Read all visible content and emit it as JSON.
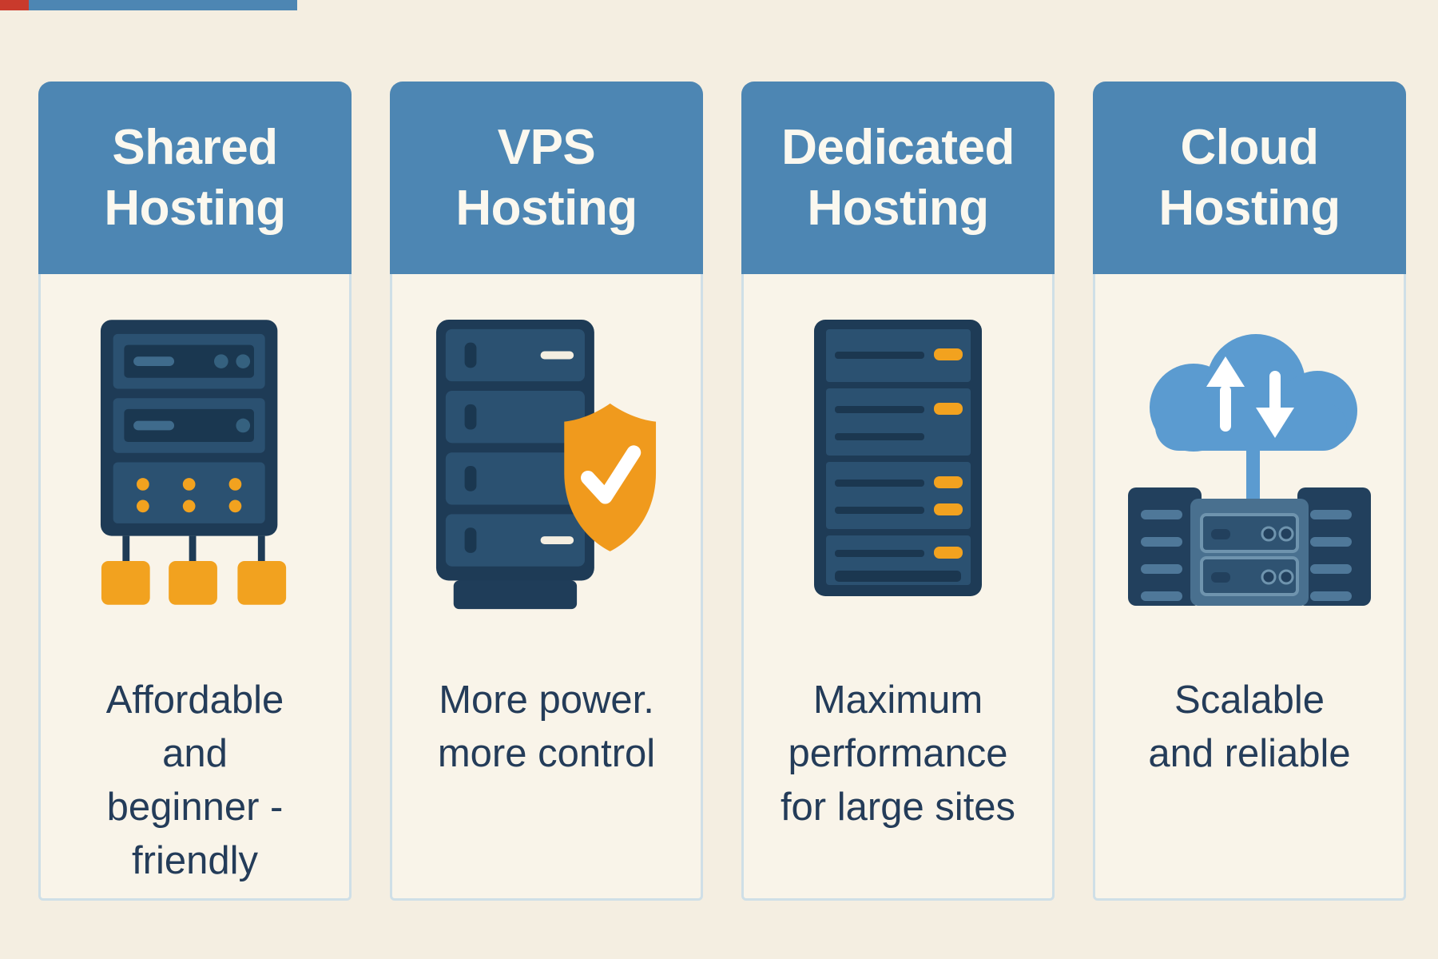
{
  "theme": {
    "page_bg": "#f4eee1",
    "card_bg": "#f9f4e9",
    "card_border": "#cfdfe7",
    "header_blue": "#4d86b3",
    "header_text": "#fbf8ef",
    "navy_dark": "#1e3b56",
    "navy_mid": "#2b5171",
    "navy_slot": "#1a3750",
    "orange": "#f2a21f",
    "shield_orange": "#f09a1d",
    "cloud_blue": "#5b9bd0",
    "desc_text": "#243c59",
    "artifact_red": "#c93a2c"
  },
  "columns": [
    {
      "title": "Shared Hosting",
      "title_lines": [
        "Shared",
        "Hosting"
      ],
      "description": "Affordable and beginner - friendly",
      "description_lines": [
        "Affordable",
        "and",
        "beginner -",
        "friendly"
      ],
      "icon": "shared-hosting-server-icon"
    },
    {
      "title": "VPS Hosting",
      "title_lines": [
        "VPS",
        "Hosting"
      ],
      "description": "More power. more control",
      "description_lines": [
        "More power.",
        "more control"
      ],
      "icon": "vps-server-shield-icon"
    },
    {
      "title": "Dedicated Hosting",
      "title_lines": [
        "Dedicated",
        "Hosting"
      ],
      "description": "Maximum performance for large sites",
      "description_lines": [
        "Maximum",
        "performance",
        "for large sites"
      ],
      "icon": "dedicated-server-tower-icon"
    },
    {
      "title": "Cloud Hosting",
      "title_lines": [
        "Cloud",
        "Hosting"
      ],
      "description": "Scalable and reliable",
      "description_lines": [
        "Scalable",
        "and reliable"
      ],
      "icon": "cloud-hosting-servers-icon"
    }
  ]
}
